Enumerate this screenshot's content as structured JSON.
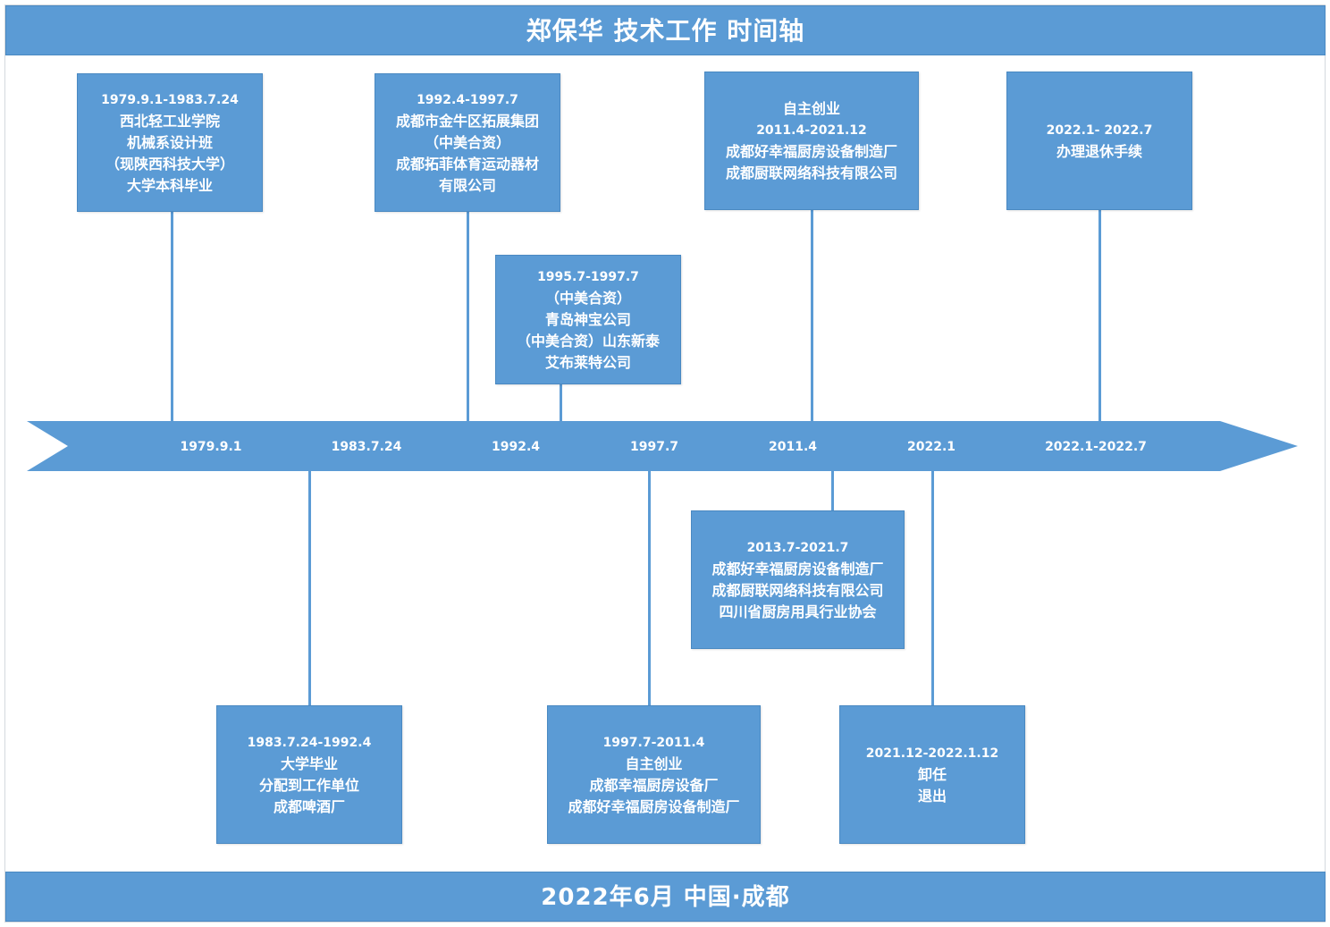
{
  "title": "郑保华 技术工作 时间轴",
  "footer": "2022年6月 中国·成都",
  "colors": {
    "primary": "#5b9bd5",
    "text": "#ffffff"
  },
  "axis_labels": [
    "1979.9.1",
    "1983.7.24",
    "1992.4",
    "1997.7",
    "2011.4",
    "2022.1",
    "2022.1-2022.7"
  ],
  "events_top": [
    {
      "lines": [
        "1979.9.1-1983.7.24",
        "西北轻工业学院",
        "机械系设计班",
        "（现陕西科技大学）",
        "大学本科毕业"
      ]
    },
    {
      "lines": [
        "1992.4-1997.7",
        "成都市金牛区拓展集团",
        "（中美合资）",
        "成都拓菲体育运动器材",
        "有限公司"
      ]
    },
    {
      "lines": [
        "1995.7-1997.7",
        "（中美合资）",
        "青岛神宝公司",
        "（中美合资）山东新泰",
        "艾布莱特公司"
      ]
    },
    {
      "lines": [
        "自主创业",
        "2011.4-2021.12",
        "成都好幸福厨房设备制造厂",
        "成都厨联网络科技有限公司"
      ]
    },
    {
      "lines": [
        "2022.1- 2022.7",
        "办理退休手续"
      ]
    }
  ],
  "events_bottom": [
    {
      "lines": [
        "1983.7.24-1992.4",
        "大学毕业",
        "分配到工作单位",
        "成都啤酒厂"
      ]
    },
    {
      "lines": [
        "1997.7-2011.4",
        "自主创业",
        "成都幸福厨房设备厂",
        "成都好幸福厨房设备制造厂"
      ]
    },
    {
      "lines": [
        "2013.7-2021.7",
        "成都好幸福厨房设备制造厂",
        "成都厨联网络科技有限公司",
        "四川省厨房用具行业协会"
      ]
    },
    {
      "lines": [
        "2021.12-2022.1.12",
        "卸任",
        "退出"
      ]
    }
  ]
}
